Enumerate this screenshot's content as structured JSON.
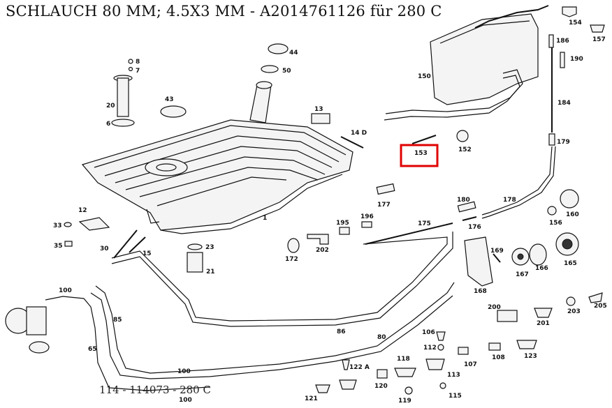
{
  "title": "SCHLAUCH 80 MM; 4.5X3 MM - A2014761126 für 280 C",
  "footer": "114 - 114073 - 280 C",
  "highlight": {
    "part": "153",
    "color": "#e00000"
  },
  "parts": {
    "p1": "1",
    "p6": "6",
    "p7": "7",
    "p8": "8",
    "p12": "12",
    "p13": "13",
    "p14d": "14 D",
    "p15": "15",
    "p20": "20",
    "p21": "21",
    "p23": "23",
    "p30": "30",
    "p33": "33",
    "p35": "35",
    "p43": "43",
    "p44": "44",
    "p50": "50",
    "p65": "65",
    "p80": "80",
    "p85": "85",
    "p86": "86",
    "p100a": "100",
    "p100b": "100",
    "p100c": "100",
    "p106": "106",
    "p107": "107",
    "p108": "108",
    "p112": "112",
    "p113": "113",
    "p115": "115",
    "p118": "118",
    "p119": "119",
    "p120": "120",
    "p121": "121",
    "p122a": "122 A",
    "p123": "123",
    "p150": "150",
    "p152": "152",
    "p153": "153",
    "p154": "154",
    "p156": "156",
    "p157": "157",
    "p160": "160",
    "p165": "165",
    "p166": "166",
    "p167": "167",
    "p168": "168",
    "p169": "169",
    "p172": "172",
    "p175": "175",
    "p176": "176",
    "p177": "177",
    "p178": "178",
    "p179": "179",
    "p180": "180",
    "p184": "184",
    "p186": "186",
    "p190": "190",
    "p195": "195",
    "p196": "196",
    "p200": "200",
    "p201": "201",
    "p202": "202",
    "p203": "203",
    "p205": "205"
  }
}
